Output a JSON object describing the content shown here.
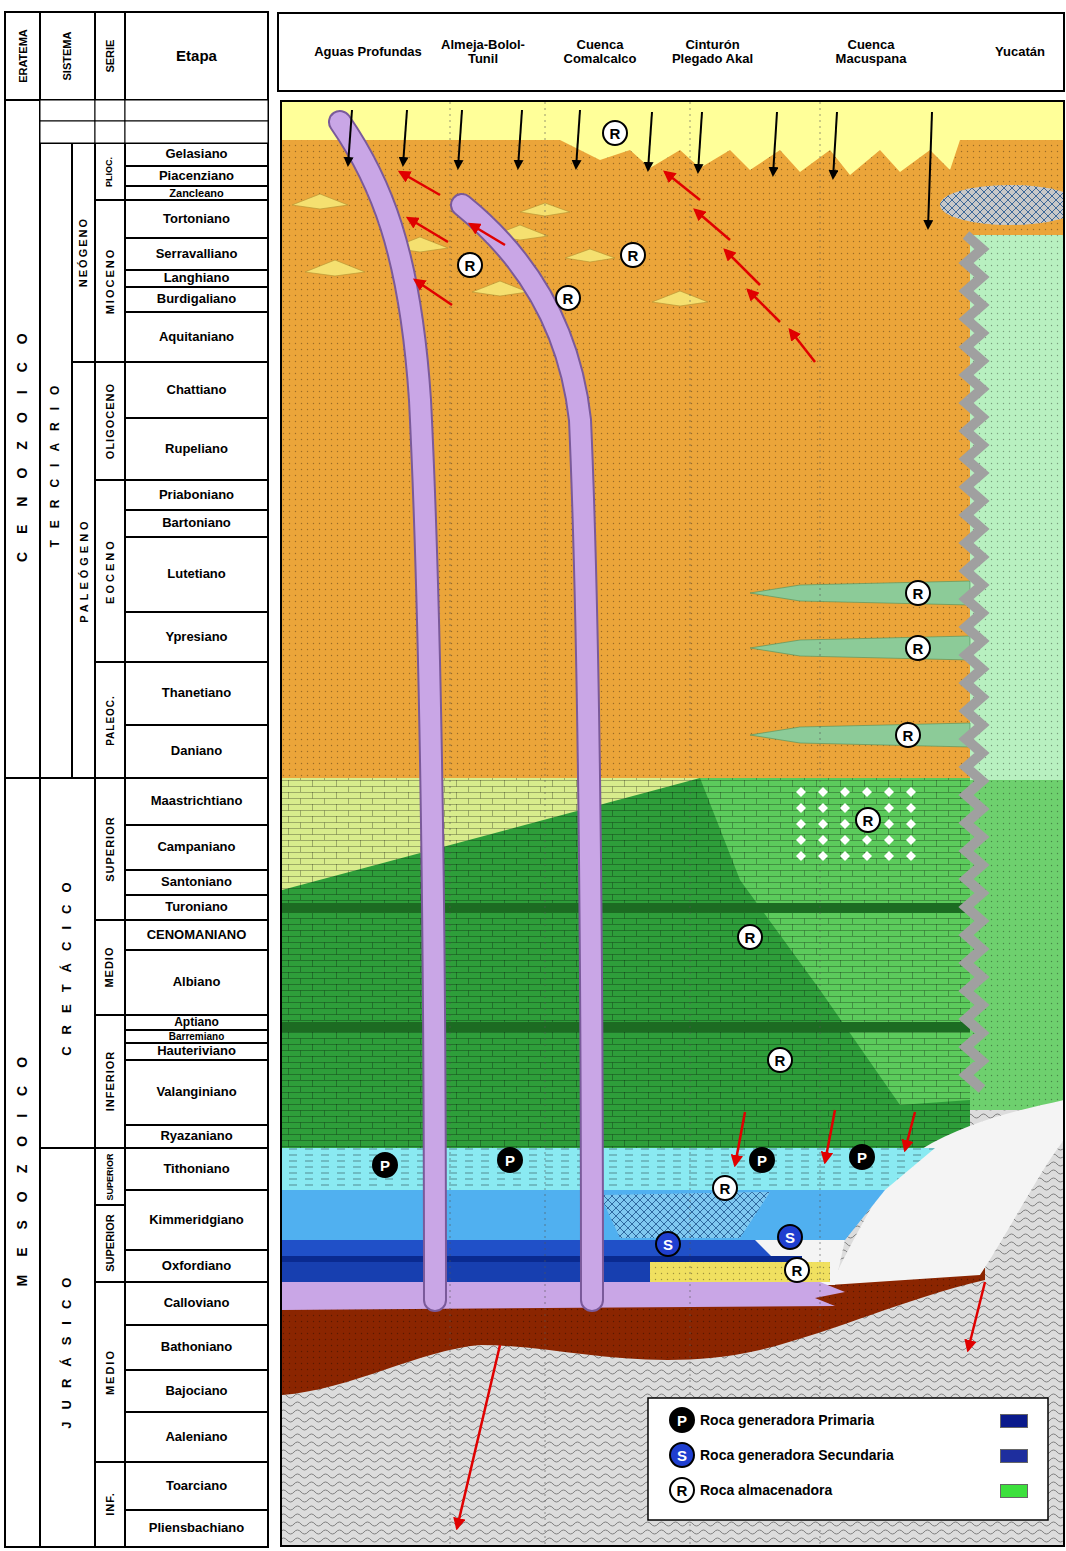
{
  "diagram": {
    "nodes": [
      {
        "text": [
          "R"
        ]
      },
      {
        "text": [
          "R"
        ]
      },
      {
        "text": [
          "R"
        ]
      },
      {
        "text": [
          "R"
        ]
      },
      {
        "text": [
          "R"
        ]
      },
      {
        "text": [
          "R"
        ]
      },
      {
        "text": [
          "R"
        ]
      },
      {
        "text": [
          "R"
        ]
      },
      {
        "text": [
          "R"
        ]
      },
      {
        "text": [
          "R"
        ]
      },
      {
        "text": [
          "P"
        ]
      },
      {
        "text": [
          "P"
        ]
      },
      {
        "text": [
          "P"
        ]
      },
      {
        "text": [
          "P"
        ]
      },
      {
        "text": [
          "R"
        ]
      },
      {
        "text": [
          "S"
        ]
      },
      {
        "text": [
          "S"
        ]
      },
      {
        "text": [
          "R"
        ]
      }
    ],
    "labels": [
      "ERATEMA",
      "SISTEMA",
      "SERIE",
      "Etapa",
      "Aguas Profundas",
      "Almeja-Bolol-Tunil",
      "Cuenca Comalcalco",
      "Cinturón Plegado Akal",
      "Cuenca Macuspana",
      "Yucatán",
      "CENOZOICO",
      "MESOZOICO",
      "TERCIARIO",
      "CRETÁCICO",
      "JURÁSICO",
      "NEÓGENO",
      "PALEÓGENO",
      "PLIOC.",
      "MIOCENO",
      "OLIGOCENO",
      "EOCENO",
      "PALEOC.",
      "SUPERIOR",
      "MEDIO",
      "INFERIOR",
      "SUPERIOR",
      "SUPERIOR",
      "MEDIO",
      "INF.",
      "Gelasiano",
      "Piacenziano",
      "Zancleano",
      "Tortoniano",
      "Serravalliano",
      "Langhiano",
      "Burdigaliano",
      "Aquitaniano",
      "Chattiano",
      "Rupeliano",
      "Priaboniano",
      "Bartoniano",
      "Lutetiano",
      "Ypresiano",
      "Thanetiano",
      "Daniano",
      "Maastrichtiano",
      "Campaniano",
      "Santoniano",
      "Turoniano",
      "CENOMANIANO",
      "Albiano",
      "Aptiano",
      "Barremiano",
      "Hauteriviano",
      "Valanginiano",
      "Ryazaniano",
      "Tithoniano",
      "Kimmeridgiano",
      "Oxfordiano",
      "Calloviano",
      "Bathoniano",
      "Bajociano",
      "Aaleniano",
      "Toarciano",
      "Pliensbachiano",
      "P",
      "S",
      "R"
    ],
    "legend": [
      {
        "text": "Roca generadora Primaria",
        "color": "#0a1a8c"
      },
      {
        "text": "Roca generadora Secundaria",
        "color": "#1e2e9e"
      },
      {
        "text": "Roca almacenadora",
        "color": "#3ce03c"
      }
    ]
  }
}
